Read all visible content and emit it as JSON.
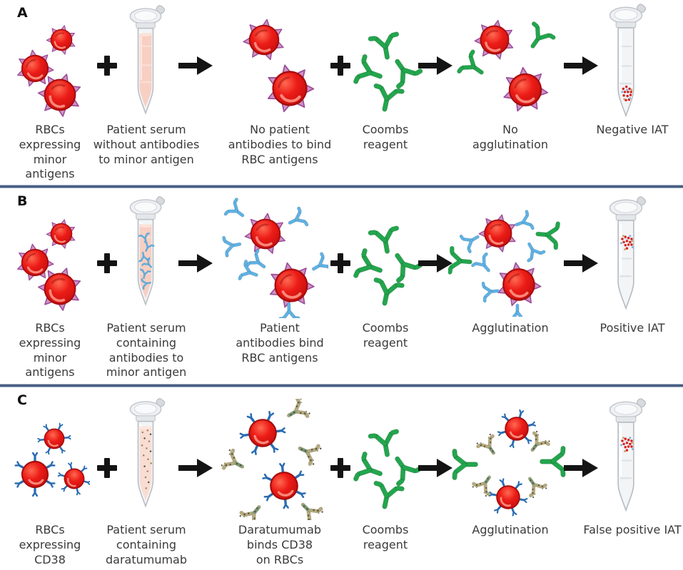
{
  "colors": {
    "rbc_red": "#e01212",
    "rbc_red_dark": "#a50b0b",
    "minor_antigen_plum": "#cf93c6",
    "minor_antigen_plum_dark": "#9c4f98",
    "antibody_blue": "#5fb2e4",
    "antibody_green": "#22a64d",
    "daratumumab_tan": "#b5aa7d",
    "cd38_blue": "#2a6cb2",
    "serum_pink": "#f7cfc3",
    "divider_navy": "#475d82",
    "text": "#3a3a3a",
    "arrow_black": "#141414"
  },
  "panels": [
    {
      "letter": "A",
      "captions": {
        "rbc": "RBCs\nexpressing\nminor\nantigens",
        "serum": "Patient serum\nwithout antibodies\nto minor antigen",
        "mix": "No patient\nantibodies to bind\nRBC antigens",
        "coombs": "Coombs\nreagent",
        "agglutination": "No\nagglutination",
        "result": "Negative IAT"
      }
    },
    {
      "letter": "B",
      "captions": {
        "rbc": "RBCs\nexpressing\nminor\nantigens",
        "serum": "Patient serum\ncontaining\nantibodies to\nminor antigen",
        "mix": "Patient\nantibodies bind\nRBC antigens",
        "coombs": "Coombs\nreagent",
        "agglutination": "Agglutination",
        "result": "Positive IAT"
      }
    },
    {
      "letter": "C",
      "captions": {
        "rbc": "RBCs\nexpressing\nCD38",
        "serum": "Patient serum\ncontaining\ndaratumumab",
        "mix": "Daratumumab\nbinds CD38\non RBCs",
        "coombs": "Coombs\nreagent",
        "agglutination": "Agglutination",
        "result": "False positive IAT"
      }
    }
  ]
}
